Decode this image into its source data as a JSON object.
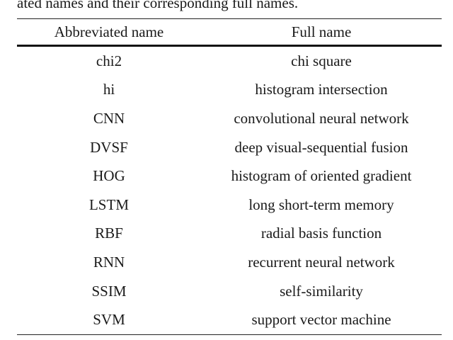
{
  "caption": "ated names and their corresponding full names.",
  "table": {
    "headers": [
      "Abbreviated name",
      "Full name"
    ],
    "rows": [
      [
        "chi2",
        "chi square"
      ],
      [
        "hi",
        "histogram intersection"
      ],
      [
        "CNN",
        "convolutional neural network"
      ],
      [
        "DVSF",
        "deep visual-sequential fusion"
      ],
      [
        "HOG",
        "histogram of oriented gradient"
      ],
      [
        "LSTM",
        "long short-term memory"
      ],
      [
        "RBF",
        "radial basis function"
      ],
      [
        "RNN",
        "recurrent neural network"
      ],
      [
        "SSIM",
        "self-similarity"
      ],
      [
        "SVM",
        "support vector machine"
      ]
    ]
  }
}
